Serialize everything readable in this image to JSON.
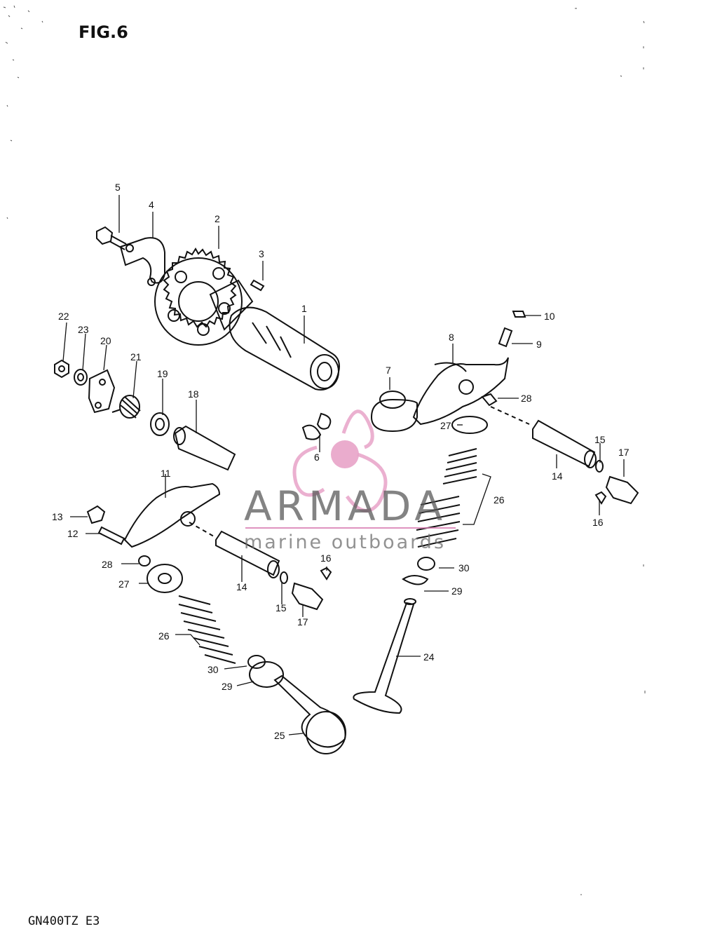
{
  "figure": {
    "title": "FIG.6",
    "model": "GN400TZ  E3"
  },
  "watermark": {
    "brand": "ARMADA",
    "subtitle": "marine outboards",
    "accent_color": "#e8a3c8",
    "text_color": "#5a5a5a"
  },
  "callouts": [
    {
      "id": "c1",
      "text": "1"
    },
    {
      "id": "c2",
      "text": "2"
    },
    {
      "id": "c3",
      "text": "3"
    },
    {
      "id": "c4",
      "text": "4"
    },
    {
      "id": "c5",
      "text": "5"
    },
    {
      "id": "c6",
      "text": "6"
    },
    {
      "id": "c7",
      "text": "7"
    },
    {
      "id": "c8",
      "text": "8"
    },
    {
      "id": "c9",
      "text": "9"
    },
    {
      "id": "c10",
      "text": "10"
    },
    {
      "id": "c11",
      "text": "11"
    },
    {
      "id": "c12",
      "text": "12"
    },
    {
      "id": "c13",
      "text": "13"
    },
    {
      "id": "c14a",
      "text": "14"
    },
    {
      "id": "c14b",
      "text": "14"
    },
    {
      "id": "c15a",
      "text": "15"
    },
    {
      "id": "c15b",
      "text": "15"
    },
    {
      "id": "c16a",
      "text": "16"
    },
    {
      "id": "c16b",
      "text": "16"
    },
    {
      "id": "c17a",
      "text": "17"
    },
    {
      "id": "c17b",
      "text": "17"
    },
    {
      "id": "c18",
      "text": "18"
    },
    {
      "id": "c19",
      "text": "19"
    },
    {
      "id": "c20",
      "text": "20"
    },
    {
      "id": "c21",
      "text": "21"
    },
    {
      "id": "c22",
      "text": "22"
    },
    {
      "id": "c23",
      "text": "23"
    },
    {
      "id": "c24",
      "text": "24"
    },
    {
      "id": "c25",
      "text": "25"
    },
    {
      "id": "c26a",
      "text": "26"
    },
    {
      "id": "c26b",
      "text": "26"
    },
    {
      "id": "c27a",
      "text": "27"
    },
    {
      "id": "c27b",
      "text": "27"
    },
    {
      "id": "c28a",
      "text": "28"
    },
    {
      "id": "c28b",
      "text": "28"
    },
    {
      "id": "c29a",
      "text": "29"
    },
    {
      "id": "c29b",
      "text": "29"
    },
    {
      "id": "c30a",
      "text": "30"
    },
    {
      "id": "c30b",
      "text": "30"
    }
  ]
}
